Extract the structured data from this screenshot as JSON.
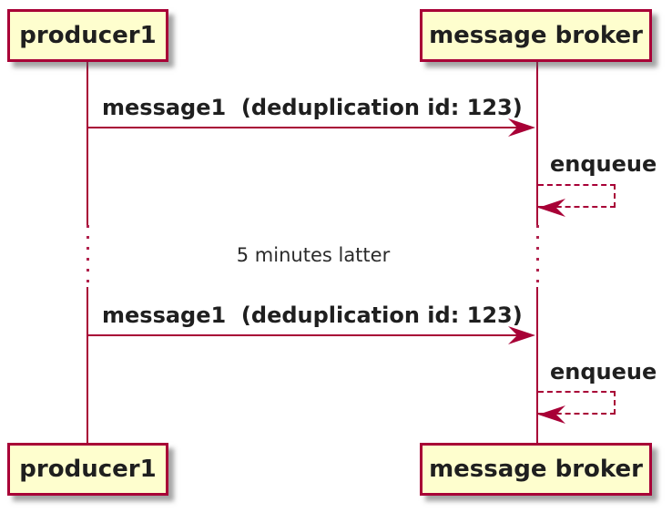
{
  "diagram": {
    "type": "sequence-diagram",
    "tool_style": "plantuml",
    "participants": [
      {
        "name": "producer1"
      },
      {
        "name": "message broker"
      }
    ],
    "messages": [
      {
        "kind": "message",
        "from": "producer1",
        "to": "message broker",
        "label": "message1  (deduplication id: 123)",
        "line_style": "solid"
      },
      {
        "kind": "self-message",
        "from": "message broker",
        "to": "message broker",
        "label": "enqueue",
        "line_style": "dashed"
      },
      {
        "kind": "delay-divider",
        "label": "5 minutes latter"
      },
      {
        "kind": "message",
        "from": "producer1",
        "to": "message broker",
        "label": "message1  (deduplication id: 123)",
        "line_style": "solid"
      },
      {
        "kind": "self-message",
        "from": "message broker",
        "to": "message broker",
        "label": "enqueue",
        "line_style": "dashed"
      }
    ],
    "colors": {
      "participant_fill": "#FEFECE",
      "participant_border": "#A80036",
      "line": "#A80036",
      "text": "#1F1F1F",
      "background": "#FFFFFF"
    }
  }
}
